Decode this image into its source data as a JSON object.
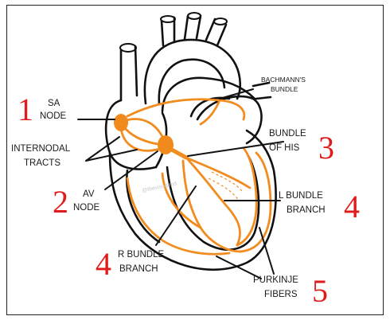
{
  "watermark": "@thevisualmd",
  "colors": {
    "conduction": "#f28c1f",
    "node": "#f08a1c",
    "outline": "#111111",
    "number": "#e01b1b"
  },
  "labels": [
    {
      "id": "sa",
      "number": "1",
      "lines": [
        "SA",
        "NODE"
      ]
    },
    {
      "id": "internodal",
      "number": "",
      "lines": [
        "INTERNODAL",
        "TRACTS"
      ]
    },
    {
      "id": "av",
      "number": "2",
      "lines": [
        "AV",
        "NODE"
      ]
    },
    {
      "id": "bachmann",
      "number": "",
      "lines": [
        "BACHMANN'S",
        "BUNDLE"
      ]
    },
    {
      "id": "his",
      "number": "3",
      "lines": [
        "BUNDLE",
        "OF HIS"
      ]
    },
    {
      "id": "lbundle",
      "number": "4",
      "lines": [
        "L BUNDLE",
        "BRANCH"
      ]
    },
    {
      "id": "rbundle",
      "number": "4",
      "lines": [
        "R BUNDLE",
        "BRANCH"
      ]
    },
    {
      "id": "purkinje",
      "number": "5",
      "lines": [
        "PURKINJE",
        "FIBERS"
      ]
    }
  ]
}
